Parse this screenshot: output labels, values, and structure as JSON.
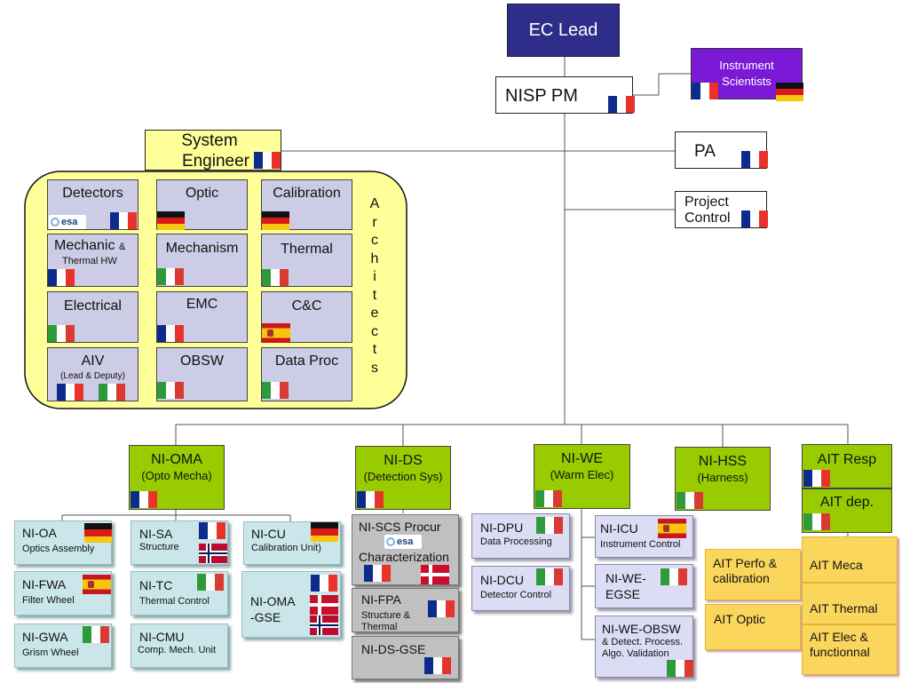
{
  "colors": {
    "ec_lead_bg": "#2e2e8a",
    "instrument_bg": "#7a1ad6",
    "architects_bg": "#ffff99",
    "green_bg": "#99cc00"
  },
  "top": {
    "ec_lead": "EC Lead",
    "instrument_scientists": [
      "Instrument",
      "Scientists"
    ],
    "nisp_pm": "NISP PM",
    "pa": "PA",
    "project_control": [
      "Project",
      "Control"
    ],
    "system_engineer": [
      "System",
      "Engineer"
    ]
  },
  "architects": {
    "label": [
      "A",
      "r",
      "c",
      "h",
      "i",
      "t",
      "e",
      "c",
      "t",
      "s"
    ],
    "boxes": {
      "detectors": "Detectors",
      "optic": "Optic",
      "calibration": "Calibration",
      "mechanic": "Mechanic",
      "mechanic_amp": "&",
      "mechanic_sub": "Thermal HW",
      "mechanism": "Mechanism",
      "thermal": "Thermal",
      "electrical": "Electrical",
      "emc": "EMC",
      "cc": "C&C",
      "aiv": "AIV",
      "aiv_sub": "(Lead & Deputy)",
      "obsw": "OBSW",
      "data_proc": "Data Proc"
    },
    "esa_logo": "esa"
  },
  "groups": {
    "oma": [
      "NI-OMA",
      "(Opto Mecha)"
    ],
    "ds": [
      "NI-DS",
      "(Detection Sys)"
    ],
    "we": [
      "NI-WE",
      "(Warm Elec)"
    ],
    "hss": [
      "NI-HSS",
      "(Harness)"
    ],
    "ait_resp": "AIT Resp",
    "ait_dep": "AIT dep."
  },
  "oma_units": {
    "oa": [
      "NI-OA",
      "Optics Assembly"
    ],
    "fwa": [
      "NI-FWA",
      "Filter Wheel"
    ],
    "gwa": [
      "NI-GWA",
      "Grism Wheel"
    ],
    "sa": [
      "NI-SA",
      "Structure"
    ],
    "tc": [
      "NI-TC",
      "Thermal Control"
    ],
    "cmu": [
      "NI-CMU",
      "Comp. Mech. Unit"
    ],
    "cu": [
      "NI-CU",
      "Calibration Unit)"
    ],
    "gse": [
      "NI-OMA",
      "-GSE"
    ]
  },
  "ds_units": {
    "scs": [
      "NI-SCS Procur",
      "Characterization"
    ],
    "fpa": [
      "NI-FPA",
      "Structure &",
      "Thermal"
    ],
    "gse": "NI-DS-GSE",
    "esa_logo": "esa"
  },
  "we_units": {
    "dpu": [
      "NI-DPU",
      "Data Processing"
    ],
    "dcu": [
      "NI-DCU",
      "Detector Control"
    ],
    "icu": [
      "NI-ICU",
      "Instrument Control"
    ],
    "egse": [
      "NI-WE-",
      "EGSE"
    ],
    "obsw": [
      "NI-WE-OBSW",
      "& Detect. Process.",
      "Algo. Validation"
    ]
  },
  "ait_units": {
    "perfo": [
      "AIT Perfo &",
      "calibration"
    ],
    "optic": "AIT Optic",
    "meca": "AIT Meca",
    "thermal": "AIT Thermal",
    "elec": [
      "AIT Elec &",
      "functionnal"
    ]
  }
}
